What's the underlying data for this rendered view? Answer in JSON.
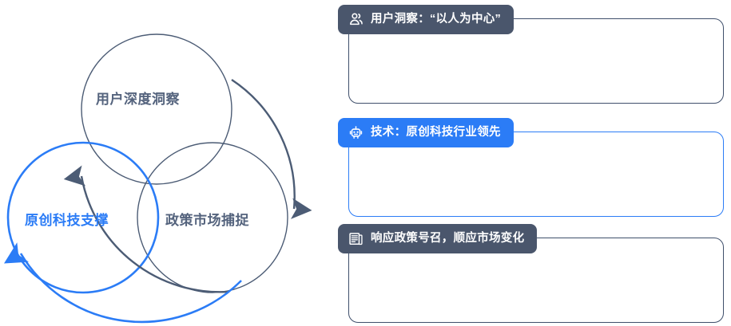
{
  "colors": {
    "accent_blue": "#2b7cf6",
    "slate": "#4a566c",
    "slate_text": "#54637d",
    "outline_slate": "#3f4f6b",
    "white": "#ffffff"
  },
  "venn": {
    "circles": [
      {
        "id": "user-insight-circle",
        "label": "用户深度洞察",
        "color": "#54637d",
        "highlight": false
      },
      {
        "id": "original-tech-circle",
        "label": "原创科技支撑",
        "color": "#2b7cf6",
        "highlight": true
      },
      {
        "id": "policy-market-circle",
        "label": "政策市场捕捉",
        "color": "#54637d",
        "highlight": false
      }
    ],
    "arrows": [
      {
        "id": "arrow-up",
        "direction": "up",
        "color": "#54637d"
      },
      {
        "id": "arrow-down",
        "direction": "down",
        "color": "#54637d"
      },
      {
        "id": "arrow-left",
        "direction": "up-left",
        "color": "#2b7cf6"
      }
    ]
  },
  "cards": [
    {
      "icon": "users-icon",
      "label": "用户洞察：“以人为中心”",
      "accent": false
    },
    {
      "icon": "robot-icon",
      "label": "技术：原创科技行业领先",
      "accent": true
    },
    {
      "icon": "newspaper-icon",
      "label": "响应政策号召，顺应市场变化",
      "accent": false
    }
  ],
  "decoration": {
    "hierarchy_icon": "hierarchy-icon"
  }
}
